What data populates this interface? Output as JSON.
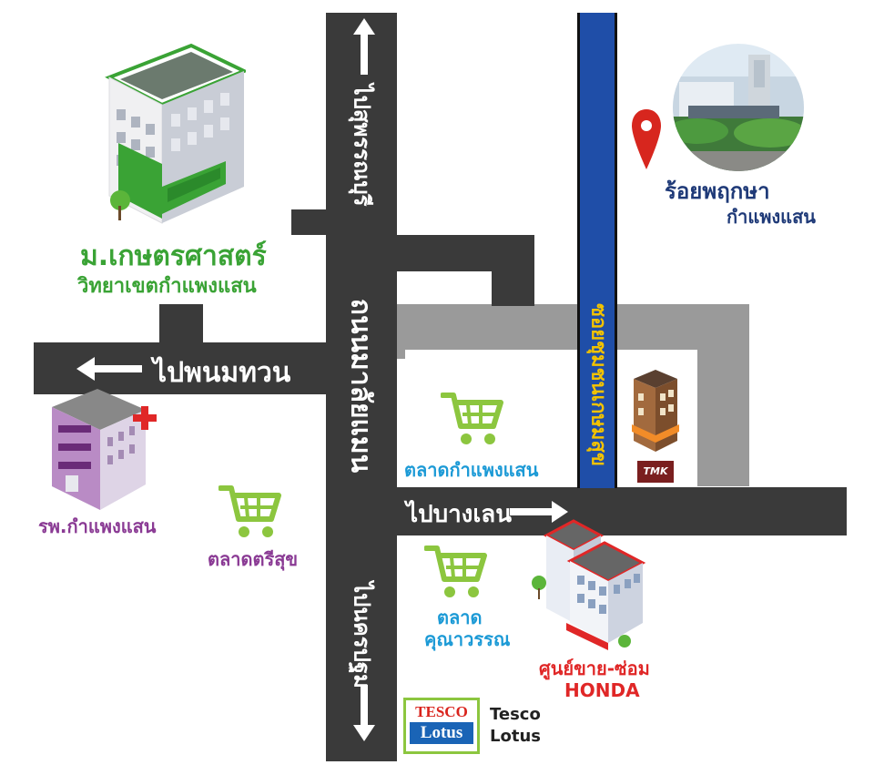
{
  "landmarks": {
    "kasetsart_title": "ม.เกษตรศาสตร์",
    "kasetsart_sub": "วิทยาเขตกำแพงแสน",
    "hospital": "รพ.กำแพงแสน",
    "talat_trisuk": "ตลาดตรีสุข",
    "talat_kamphaeng_saen": "ตลาดกำแพงแสน",
    "talat_khunawan_1": "ตลาด",
    "talat_khunawan_2": "คุณาวรรณ",
    "honda_1": "ศูนย์ขาย-ซ่อม",
    "honda_2": "HONDA",
    "tesco_1": "Tesco",
    "tesco_2": "Lotus",
    "tesco_logo_top": "TESCO",
    "tesco_logo_bottom": "Lotus",
    "tmk": "TMK",
    "destination_1": "ร้อยพฤกษา",
    "destination_2": "กำแพงแสน"
  },
  "roads": {
    "to_suphanburi": "ไปสุพรรณบุรี",
    "malaiman_road": "ถนนมาลัยแมน",
    "to_nakhon_pathom": "ไปนครปฐม",
    "to_phanom_thuan": "ไปพนมทวน",
    "to_bang_len": "ไปบางเลน",
    "soi_chumchon": "ซอยชุมชนเกษมสุข"
  },
  "colors": {
    "road_dark": "#3a3a3a",
    "road_grey": "#9a9a9a",
    "soi_blue": "#1f4ea8",
    "kasetsart_green": "#3aa335",
    "hospital_purple": "#8a3a94",
    "market_blue": "#1c9ad6",
    "honda_red": "#e02727",
    "pin_red": "#d7261e"
  },
  "icons": [
    "map-pin-icon",
    "shopping-cart-icon",
    "building-icon",
    "hospital-cross-icon",
    "arrow-up-icon",
    "arrow-down-icon",
    "arrow-left-icon",
    "arrow-right-icon"
  ]
}
